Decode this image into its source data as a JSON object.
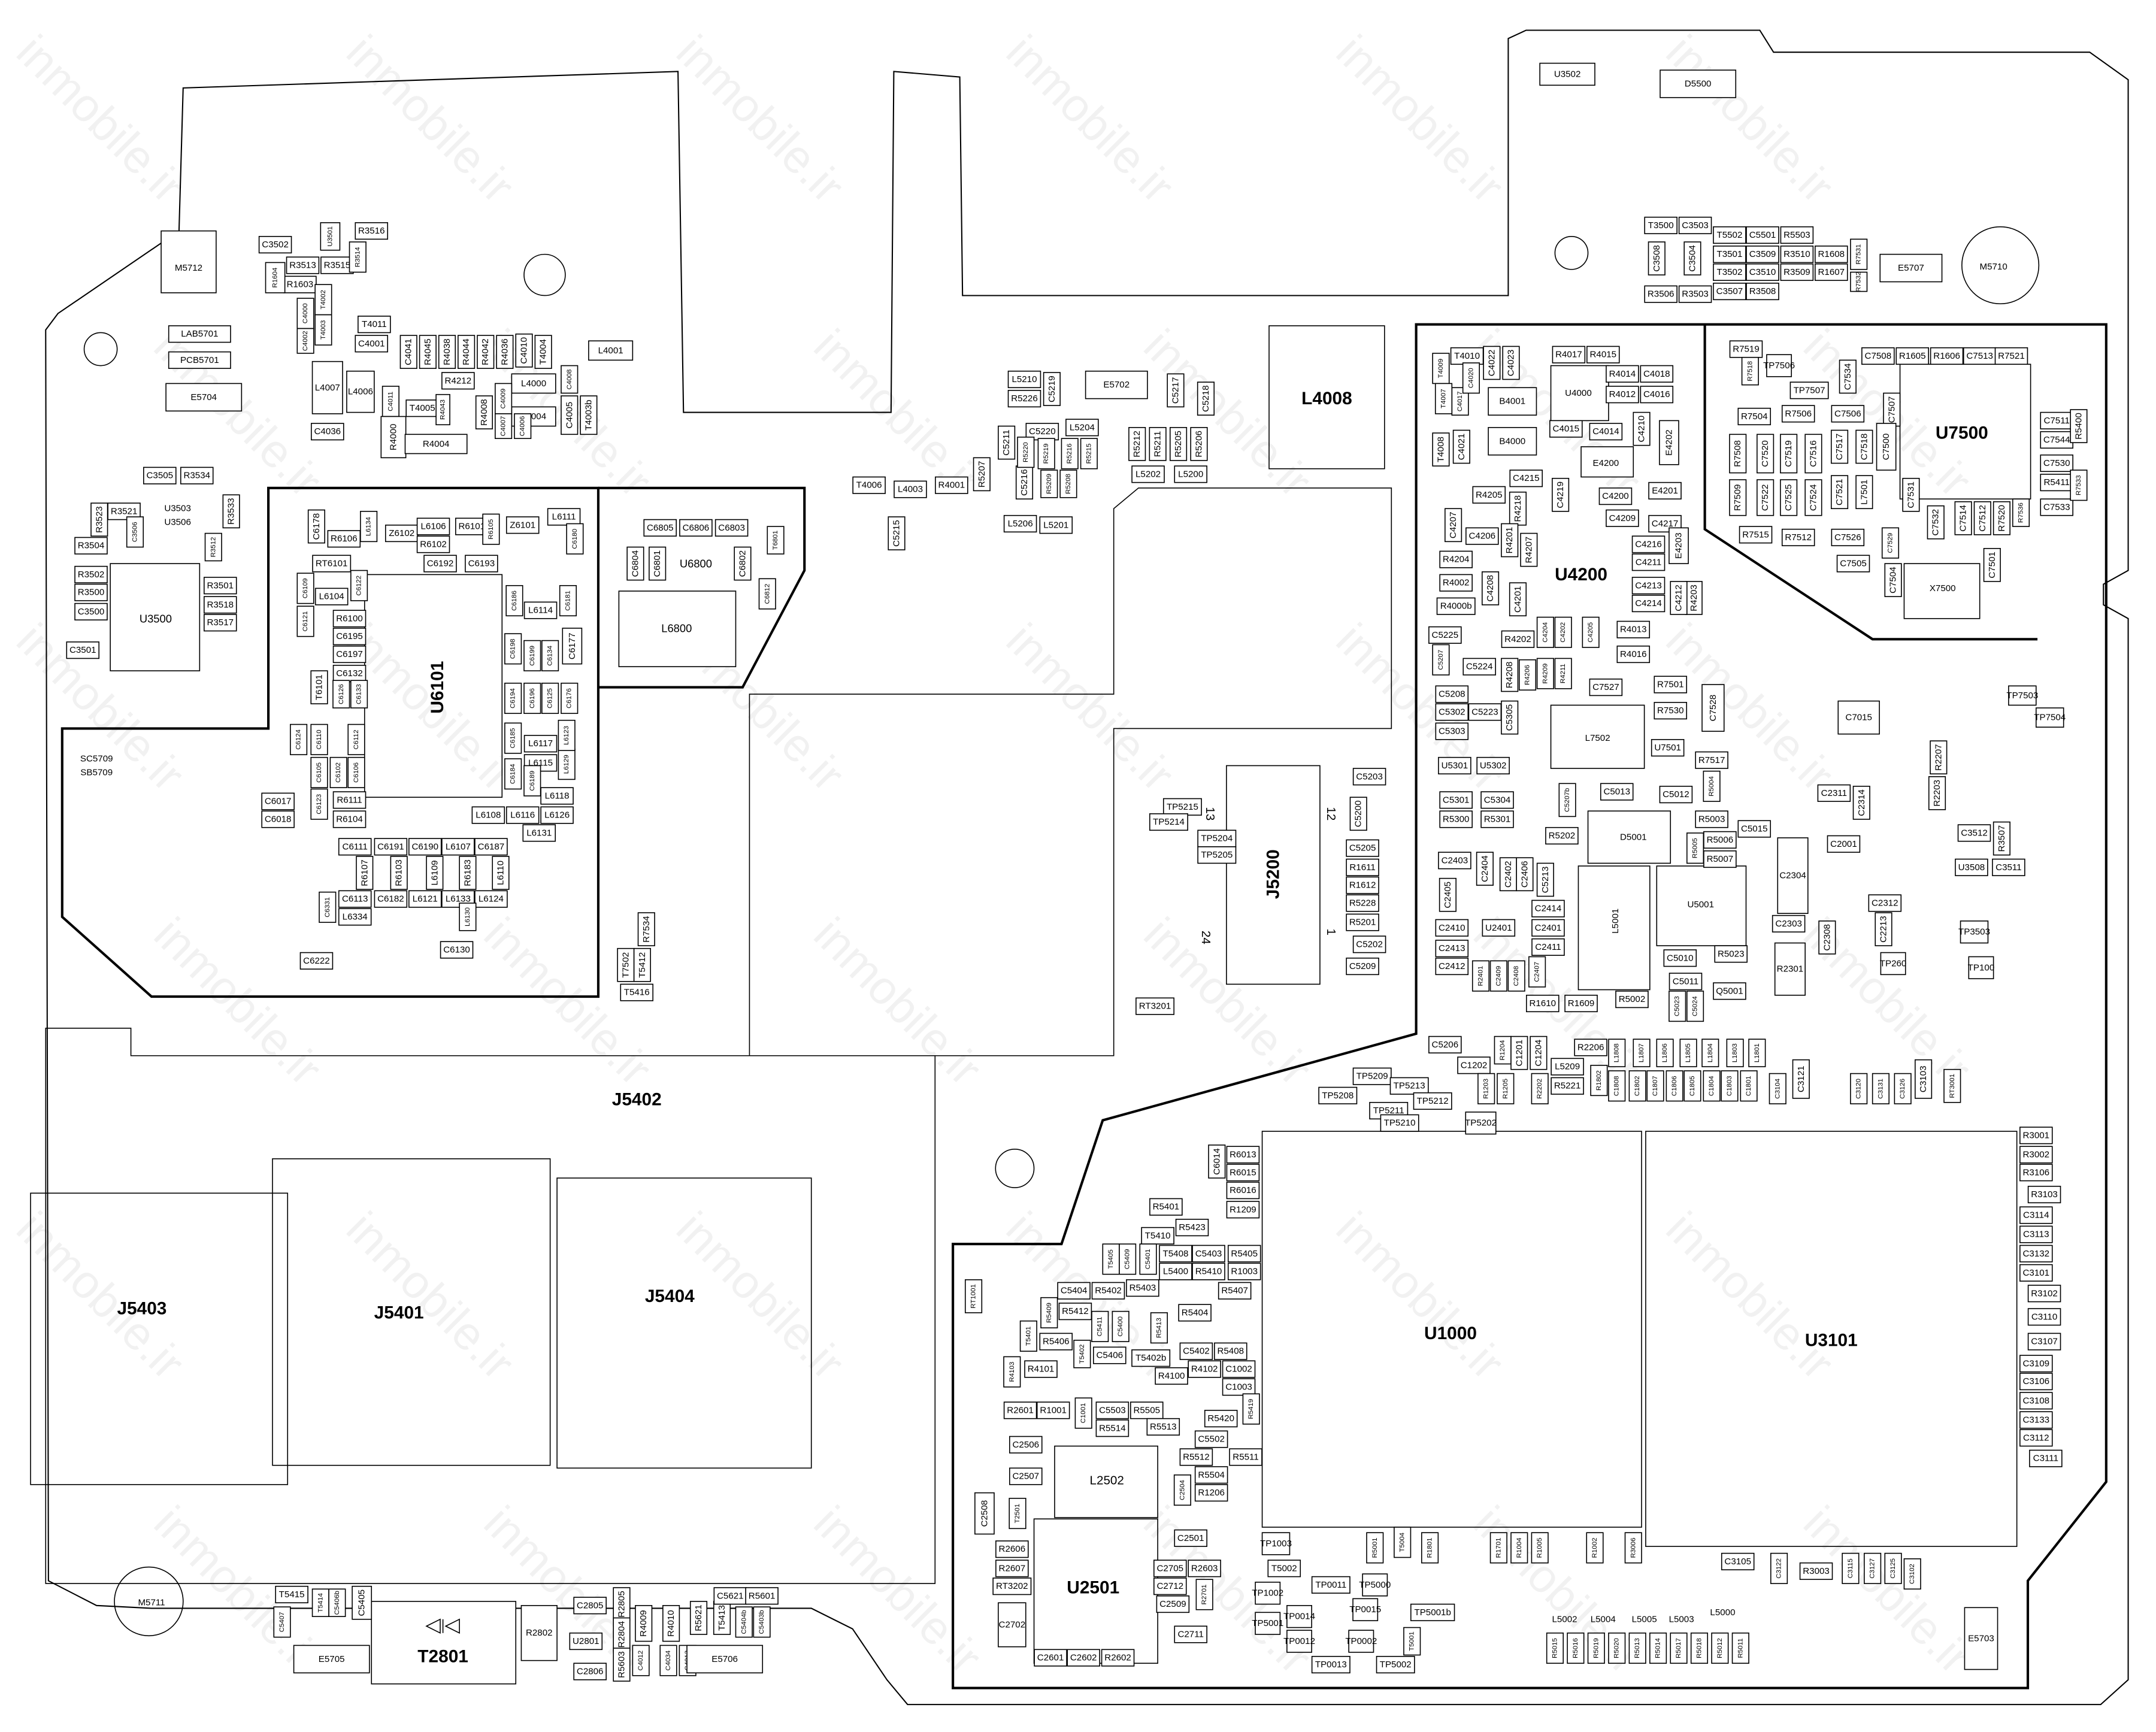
{
  "watermark": "inmobile.ir",
  "major": {
    "J5402": "J5402",
    "J5403": "J5403",
    "J5401": "J5401",
    "J5404": "J5404",
    "U1000": "U1000",
    "U3101": "U3101",
    "U6101": "U6101",
    "U4200": "U4200",
    "U7500": "U7500",
    "J5200": "J5200",
    "L4008": "L4008",
    "U2501": "U2501",
    "T2801": "T2801",
    "L2502": "L2502",
    "L6800": "L6800",
    "U6800": "U6800",
    "M5712": "M5712",
    "M5710": "M5710",
    "M5711": "M5711",
    "U3500": "U3500",
    "L5001": "L5001",
    "U5001": "U5001",
    "D5001": "D5001",
    "L7502": "L7502",
    "X7500": "X7500",
    "E4200": "E4200",
    "U4000": "U4000",
    "SC5709": "SC5709",
    "SB5709": "SB5709",
    "J5200_pins": [
      "13",
      "12",
      "24",
      "1"
    ]
  },
  "parts": [
    "C3502",
    "R3513",
    "R3515",
    "R1603",
    "R1604",
    "U3501",
    "R3516",
    "R3514",
    "LAB5701",
    "PCB5701",
    "E5704",
    "C4000",
    "T4002",
    "T4003",
    "C4002",
    "T4011",
    "C4001",
    "L4007",
    "L4006",
    "C4011",
    "C4036",
    "T4005",
    "R4000",
    "R4004",
    "R4212",
    "L4000",
    "L4004",
    "L4001",
    "C4041",
    "R4045",
    "R4038",
    "R4044",
    "R4042",
    "R4036",
    "R4043",
    "R4008",
    "C4009",
    "C4007",
    "C4006",
    "C4010",
    "T4004",
    "C4005",
    "C4008",
    "T4003b",
    "C3505",
    "R3534",
    "U3503",
    "U3506",
    "R3521",
    "R3523",
    "R3504",
    "R3502",
    "R3500",
    "C3500",
    "R3501",
    "R3518",
    "R3517",
    "C3501",
    "R3512",
    "R3533",
    "C3506",
    "C6178",
    "R6106",
    "L6134",
    "Z6102",
    "L6106",
    "R6102",
    "R6101",
    "R6105",
    "Z6101",
    "L6111",
    "C6180",
    "C6192",
    "C6193",
    "RT6101",
    "C6109",
    "L6104",
    "C6121",
    "C6122",
    "R6100",
    "C6195",
    "C6197",
    "C6132",
    "C6126",
    "C6133",
    "C6186",
    "L6114",
    "C6181",
    "C6198",
    "C6199",
    "C6134",
    "C6177",
    "C6196",
    "C6194",
    "C6125",
    "C6176",
    "L6117",
    "L6115",
    "L6129",
    "L6123",
    "C6185",
    "C6184",
    "C6189",
    "L6118",
    "R6111",
    "R6104",
    "C6017",
    "C6018",
    "C6124",
    "C6110",
    "C6112",
    "C6105",
    "C6102",
    "C6106",
    "C6123",
    "L6108",
    "L6116",
    "L6126",
    "L6131",
    "C6111",
    "C6191",
    "C6190",
    "L6107",
    "C6187",
    "R6107",
    "R6103",
    "L6109",
    "R6183",
    "L6110",
    "C6113",
    "C6182",
    "L6121",
    "L6133",
    "L6124",
    "C6331",
    "L6334",
    "L6130",
    "C6130",
    "C6222",
    "T6101",
    "C6805",
    "C6806",
    "C6803",
    "C6804",
    "C6801",
    "C6802",
    "T6801",
    "C6812",
    "T7502",
    "T5412",
    "R7534",
    "T5416",
    "T4006",
    "L4003",
    "R4001",
    "R5207",
    "C5215",
    "L5210",
    "R5226",
    "C5219",
    "C5211",
    "C5216",
    "C5220",
    "R5220",
    "R5219",
    "R5216",
    "R5215",
    "L5204",
    "R5209",
    "R5208",
    "L5206",
    "L5201",
    "E5702",
    "C5217",
    "C5218",
    "R5212",
    "R5211",
    "R5205",
    "R5206",
    "L5202",
    "L5200",
    "C5203",
    "C5200",
    "C5205",
    "R1611",
    "R1612",
    "R5228",
    "R5201",
    "C5202",
    "C5209",
    "TP5215",
    "TP5214",
    "TP5204",
    "TP5205",
    "RT3201",
    "U3502",
    "D5500",
    "T3500",
    "C3503",
    "C3508",
    "C3504",
    "R3506",
    "R3503",
    "T5502",
    "C5501",
    "R5503",
    "T3501",
    "C3509",
    "R3510",
    "R1608",
    "R7531",
    "T3502",
    "C3510",
    "R3509",
    "R1607",
    "R7532",
    "C3507",
    "R3508",
    "E5707",
    "T4009",
    "T4010",
    "C4022",
    "C4023",
    "C4017",
    "C4020",
    "T4007",
    "T4008",
    "C4021",
    "B4001",
    "B4000",
    "R4017",
    "R4015",
    "R4014",
    "C4018",
    "R4012",
    "C4016",
    "C4015",
    "C4014",
    "C4210",
    "E4202",
    "C4215",
    "C4200",
    "E4201",
    "C4209",
    "C4217",
    "C4207",
    "C4206",
    "R4204",
    "R4002",
    "R4000b",
    "C4208",
    "C4201",
    "C4216",
    "C4211",
    "C4213",
    "C4214",
    "R4013",
    "R4016",
    "C5225",
    "R4202",
    "C5207",
    "C5224",
    "C5208",
    "C5302",
    "C5303",
    "C5223",
    "C5305",
    "R4205",
    "R4218",
    "R4203",
    "C4219",
    "C4212",
    "E4203",
    "R4201",
    "C4204",
    "C4202",
    "C4205",
    "R4206",
    "R4208",
    "R4209",
    "R4211",
    "R4207",
    "U5301",
    "U5302",
    "C5301",
    "C5304",
    "R5300",
    "R5301",
    "C7527",
    "R7501",
    "R7530",
    "C7528",
    "U7501",
    "R7517",
    "C5013",
    "C5012",
    "R5004",
    "R5003",
    "C5015",
    "R5202",
    "C5207b",
    "R5006",
    "R5007",
    "R5005",
    "C2403",
    "C2404",
    "C2402",
    "C2406",
    "C5213",
    "C2405",
    "C2414",
    "C2401",
    "C2411",
    "U2401",
    "C2410",
    "C2413",
    "C2412",
    "C5010",
    "R5023",
    "Q5001",
    "C5011",
    "C5023",
    "C5024",
    "R5002",
    "R2401",
    "C2409",
    "C2408",
    "C2407",
    "R1610",
    "R1609",
    "C2304",
    "C2001",
    "C2303",
    "C2308",
    "R2301",
    "C2311",
    "C2314",
    "R2203",
    "R2207",
    "C7015",
    "C3512",
    "R3507",
    "U3508",
    "C3511",
    "C2312",
    "C2213",
    "TP260",
    "TP3503",
    "TP100",
    "TP7503",
    "TP7504",
    "R7519",
    "R7518",
    "TP7506",
    "TP7507",
    "C7508",
    "R1605",
    "R1606",
    "C7513",
    "R7521",
    "C7534",
    "R7504",
    "R7506",
    "C7506",
    "C7507",
    "C7511",
    "C7544",
    "C7530",
    "R5411",
    "C7533",
    "R5400",
    "R7533",
    "R7508",
    "C7520",
    "C7519",
    "C7516",
    "C7517",
    "C7518",
    "C7500",
    "R7509",
    "C7522",
    "C7525",
    "C7524",
    "C7521",
    "L7501",
    "C7531",
    "C7532",
    "C7514",
    "C7512",
    "R7520",
    "R7536",
    "R7515",
    "R7512",
    "C7526",
    "C7529",
    "C7501",
    "C7505",
    "C7504",
    "C5206",
    "C1202",
    "R1205",
    "R1204",
    "C1201",
    "C1204",
    "L5209",
    "R5221",
    "R2206",
    "L1808",
    "L1807",
    "L1806",
    "L1805",
    "L1804",
    "L1803",
    "L1801",
    "R1203",
    "R2202",
    "R1802",
    "C1808",
    "C1802",
    "C1807",
    "C1806",
    "C1805",
    "C1804",
    "C1803",
    "C1801",
    "C3104",
    "C3121",
    "C3120",
    "C3131",
    "C3126",
    "C3103",
    "RT3001",
    "TP5209",
    "TP5208",
    "TP5213",
    "TP5212",
    "TP5211",
    "TP5210",
    "TP5202",
    "R6013",
    "C6014",
    "R6015",
    "R6016",
    "R1209",
    "R5401",
    "R5423",
    "T5410",
    "T5408",
    "C5403",
    "R5405",
    "C5409",
    "C5401",
    "L5400",
    "R5410",
    "R1003",
    "R5407",
    "C5404",
    "R5402",
    "R5403",
    "R5409",
    "R5412",
    "C5411",
    "C5400",
    "R5413",
    "R5404",
    "R5406",
    "T5402",
    "C5406",
    "T5402b",
    "C5402",
    "R5408",
    "R4102",
    "C1002",
    "R4100",
    "C1003",
    "R4101",
    "R4103",
    "T5401",
    "T5405",
    "RT1001",
    "R2601",
    "R1001",
    "C1001",
    "C5503",
    "R5505",
    "R5514",
    "R5513",
    "R5419",
    "R5420",
    "C5502",
    "R5512",
    "R5511",
    "R5504",
    "R1206",
    "C2504",
    "C2506",
    "C2507",
    "C2508",
    "T2501",
    "R2606",
    "R2607",
    "RT3202",
    "C2702",
    "C2501",
    "C2705",
    "R2603",
    "C2712",
    "R2701",
    "C2509",
    "C2711",
    "C2601",
    "C2602",
    "R2602",
    "TP1003",
    "T5002",
    "TP1002",
    "TP5001",
    "TP0011",
    "TP0015",
    "TP5000",
    "TP5001b",
    "TP0014",
    "TP0012",
    "TP0013",
    "TP0002",
    "T5001",
    "TP5002",
    "R5001",
    "T5004",
    "R1801",
    "R1701",
    "R1004",
    "R1005",
    "R1002",
    "R3006",
    "C3105",
    "C3122",
    "R3003",
    "C3115",
    "C3127",
    "C3125",
    "C3102",
    "L5002",
    "L5004",
    "L5005",
    "L5003",
    "L5000",
    "R5015",
    "R5016",
    "R5019",
    "R5020",
    "R5013",
    "R5014",
    "R5017",
    "R5018",
    "R5012",
    "R5011",
    "E5703",
    "R3001",
    "R3002",
    "R3106",
    "R3103",
    "C3114",
    "C3113",
    "C3132",
    "C3101",
    "R3102",
    "C3110",
    "C3107",
    "C3109",
    "C3106",
    "C3108",
    "C3133",
    "C3112",
    "C3111",
    "T5415",
    "T5414",
    "C5406b",
    "C5405",
    "C5407",
    "E5705",
    "R2802",
    "C2805",
    "U2801",
    "C2806",
    "R2805",
    "R2804",
    "R5603",
    "C4012",
    "R4009",
    "R4010",
    "C4034",
    "C4013",
    "R5621",
    "T5413",
    "C5621",
    "R5601",
    "C5404b",
    "C5403b",
    "E5706"
  ]
}
